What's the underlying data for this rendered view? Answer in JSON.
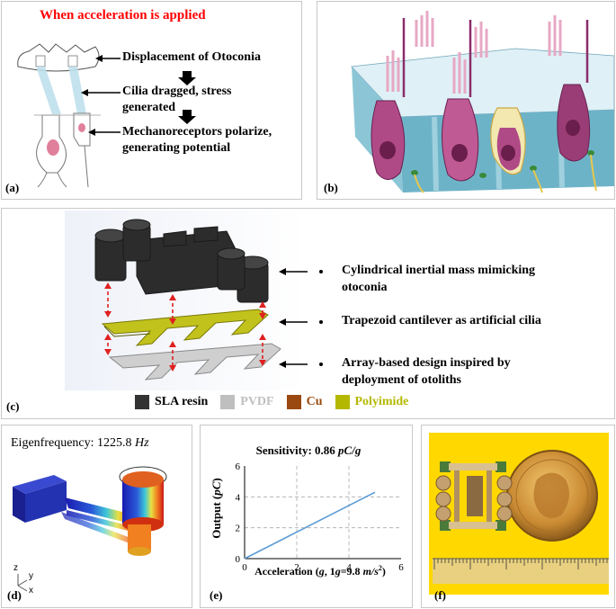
{
  "panel_a": {
    "label": "(a)",
    "heading": "When acceleration is applied",
    "heading_color": "#ff0000",
    "step1": "Displacement of Otoconia",
    "step2a": "Cilia dragged, stress",
    "step2b": "generated",
    "step3a": "Mechanoreceptors polarize,",
    "step3b": "generating potential"
  },
  "panel_b": {
    "label": "(b)"
  },
  "panel_c": {
    "label": "(c)",
    "bullet1a": "Cylindrical inertial mass mimicking",
    "bullet1b": "otoconia",
    "bullet2": "Trapezoid cantilever as artificial cilia",
    "bullet3a": "Array-based design inspired by",
    "bullet3b": "deployment of otoliths",
    "legend": [
      {
        "label": "SLA resin",
        "color": "#333333",
        "text_color": "#000000"
      },
      {
        "label": "PVDF",
        "color": "#bfbfbf",
        "text_color": "#bfbfbf"
      },
      {
        "label": "Cu",
        "color": "#9a4a10",
        "text_color": "#9a4a10"
      },
      {
        "label": "Polyimide",
        "color": "#b5b800",
        "text_color": "#b5b800"
      }
    ]
  },
  "panel_d": {
    "label": "(d)",
    "eig_prefix": "Eigenfrequency: 1225.8 ",
    "eig_unit": "Hz",
    "axis_z": "z",
    "axis_y": "y",
    "axis_x": "x"
  },
  "panel_e": {
    "label": "(e)"
  },
  "panel_f": {
    "label": "(f)"
  },
  "chart_data": {
    "type": "line",
    "title": "Sensitivity: 0.86 pC/g",
    "xlabel": "Acceleration (g, 1g=9.8 m/s²)",
    "ylabel": "Output (pC)",
    "xlim": [
      0,
      6
    ],
    "ylim": [
      0,
      6
    ],
    "xticks": [
      0,
      2,
      4,
      6
    ],
    "yticks": [
      0,
      2,
      4,
      6
    ],
    "grid": true,
    "series": [
      {
        "color": "#5b9bd5",
        "x": [
          0,
          5
        ],
        "y": [
          0,
          4.3
        ]
      }
    ]
  }
}
